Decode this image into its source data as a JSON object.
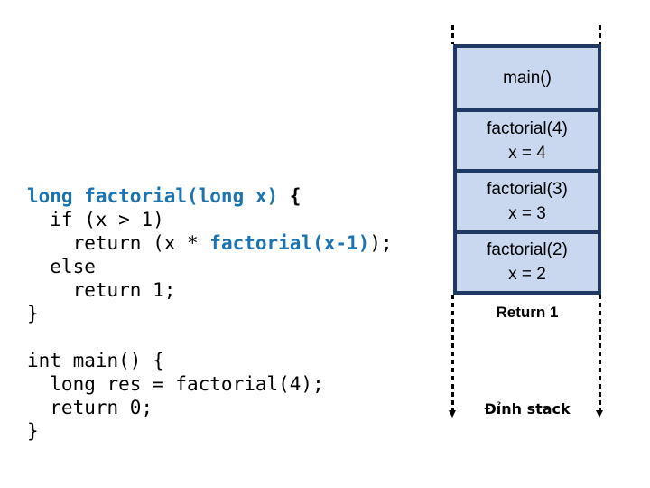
{
  "code_factorial": {
    "line1_keyword": "long factorial(long x)",
    "line1_brace": " {",
    "line2": "  if (x > 1)",
    "line3_pre": "    return (x * ",
    "line3_call": "factorial(x-1)",
    "line3_post": ");",
    "line4": "  else",
    "line5": "    return 1;",
    "line6": "}"
  },
  "code_main": {
    "line1": "int main() {",
    "line2": "  long res = factorial(4);",
    "line3": "  return 0;",
    "line4": "}"
  },
  "stack": {
    "frames": [
      {
        "title": "main()"
      },
      {
        "title": "factorial(4)",
        "var": "x = 4"
      },
      {
        "title": "factorial(3)",
        "var": "x = 3"
      },
      {
        "title": "factorial(2)",
        "var": "x = 2"
      }
    ],
    "return_label": "Return 1",
    "top_label": "Đỉnh stack"
  },
  "colors": {
    "frame_fill": "#c9d8ee",
    "frame_border": "#1f3864",
    "code_keyword_blue": "#1b74b2",
    "code_text": "#000000",
    "dashed_line": "#000000"
  }
}
